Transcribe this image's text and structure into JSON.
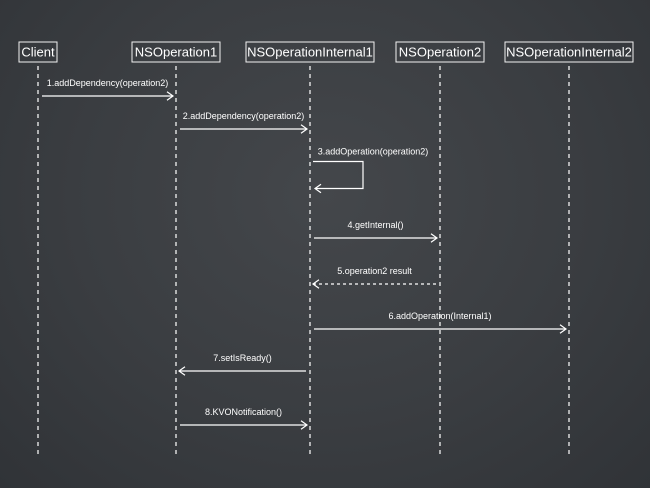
{
  "actors": [
    {
      "id": "client",
      "label": "Client"
    },
    {
      "id": "nsop1",
      "label": "NSOperation1"
    },
    {
      "id": "nsopint1",
      "label": "NSOperationInternal1"
    },
    {
      "id": "nsop2",
      "label": "NSOperation2"
    },
    {
      "id": "nsopint2",
      "label": "NSOperationInternal2"
    }
  ],
  "messages": [
    {
      "label": "1.addDependency(operation2)",
      "from": "client",
      "to": "nsop1",
      "style": "solid"
    },
    {
      "label": "2.addDependency(operation2)",
      "from": "nsop1",
      "to": "nsopint1",
      "style": "solid"
    },
    {
      "label": "3.addOperation(operation2)",
      "from": "nsopint1",
      "to": "nsopint1",
      "style": "self"
    },
    {
      "label": "4.getInternal()",
      "from": "nsopint1",
      "to": "nsop2",
      "style": "solid"
    },
    {
      "label": "5.operation2 result",
      "from": "nsop2",
      "to": "nsopint1",
      "style": "dashed"
    },
    {
      "label": "6.addOperation(Internal1)",
      "from": "nsopint1",
      "to": "nsopint2",
      "style": "solid"
    },
    {
      "label": "7.setIsReady()",
      "from": "nsopint1",
      "to": "nsop1",
      "style": "solid"
    },
    {
      "label": "8.KVONotification()",
      "from": "nsop1",
      "to": "nsopint1",
      "style": "solid"
    }
  ]
}
